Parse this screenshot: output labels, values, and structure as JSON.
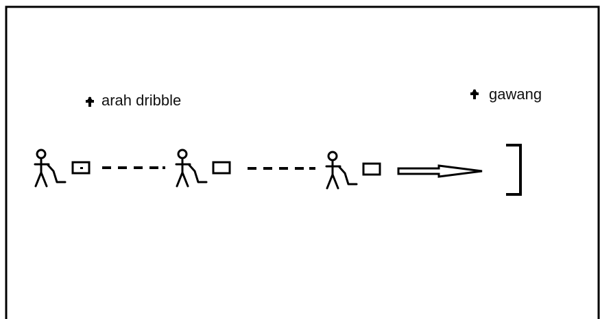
{
  "labels": {
    "dribble_direction": "arah dribble",
    "goal": "gawang"
  },
  "diagram": {
    "players": 3,
    "ink_color": "#000000",
    "background_color": "#ffffff",
    "symbols": {
      "player": "stick-figure-player-icon",
      "ball": "ball-square-icon",
      "path": "dashed-line",
      "direction": "arrow-right-icon",
      "goal": "goal-bracket-icon",
      "bullet": "cross-bullet-icon"
    }
  }
}
